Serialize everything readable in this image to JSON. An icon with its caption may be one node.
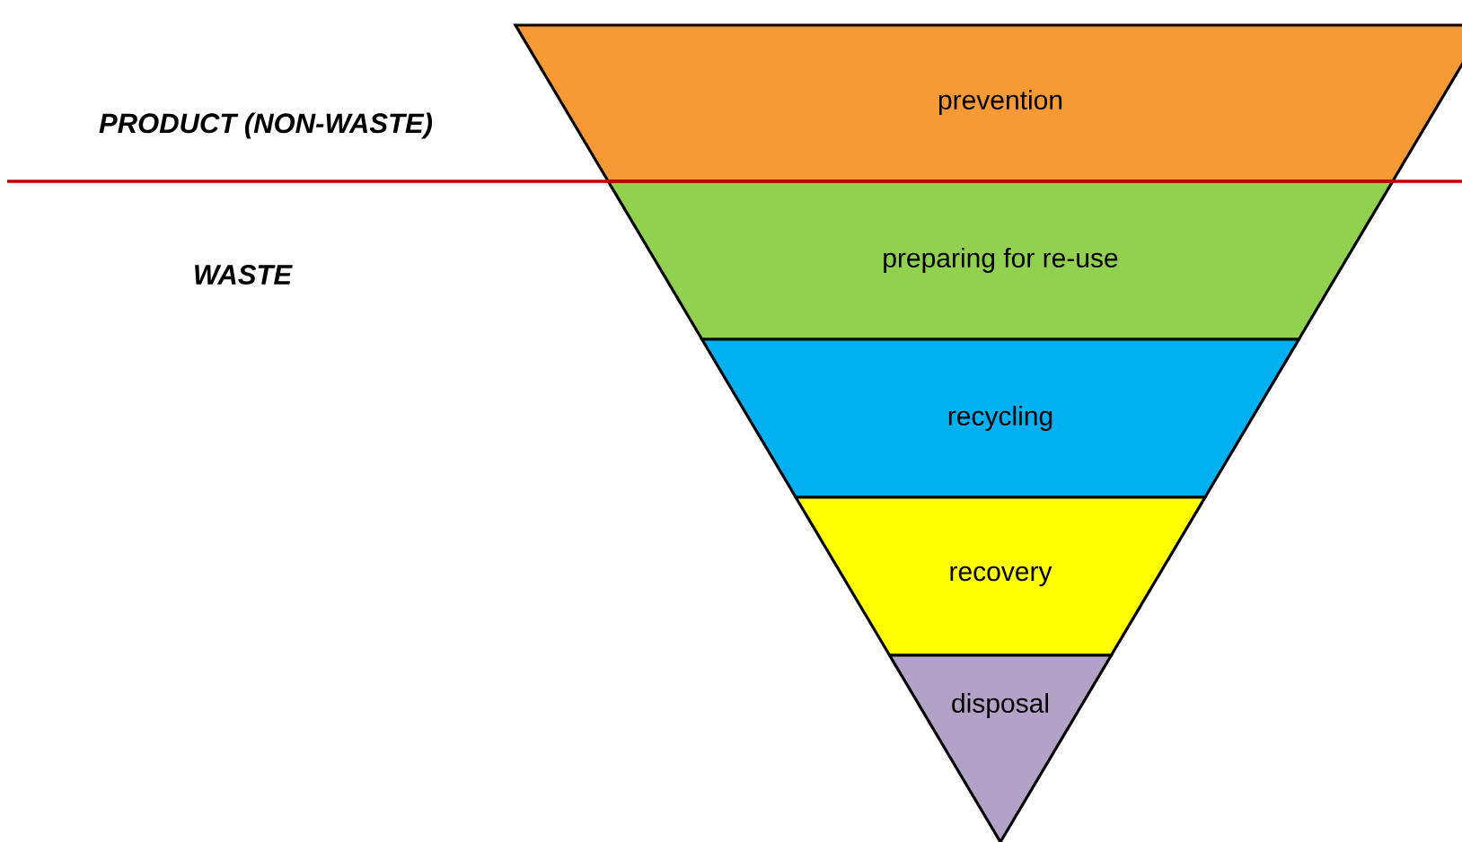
{
  "diagram": {
    "nodes": [
      {
        "text": [
          "prevention"
        ]
      },
      {
        "text": [
          "preparing for re-use"
        ]
      },
      {
        "text": [
          "recycling"
        ]
      },
      {
        "text": [
          "recovery"
        ]
      },
      {
        "text": [
          "disposal"
        ]
      }
    ],
    "labels": [
      "PRODUCT (NON-WASTE)",
      "WASTE"
    ]
  }
}
